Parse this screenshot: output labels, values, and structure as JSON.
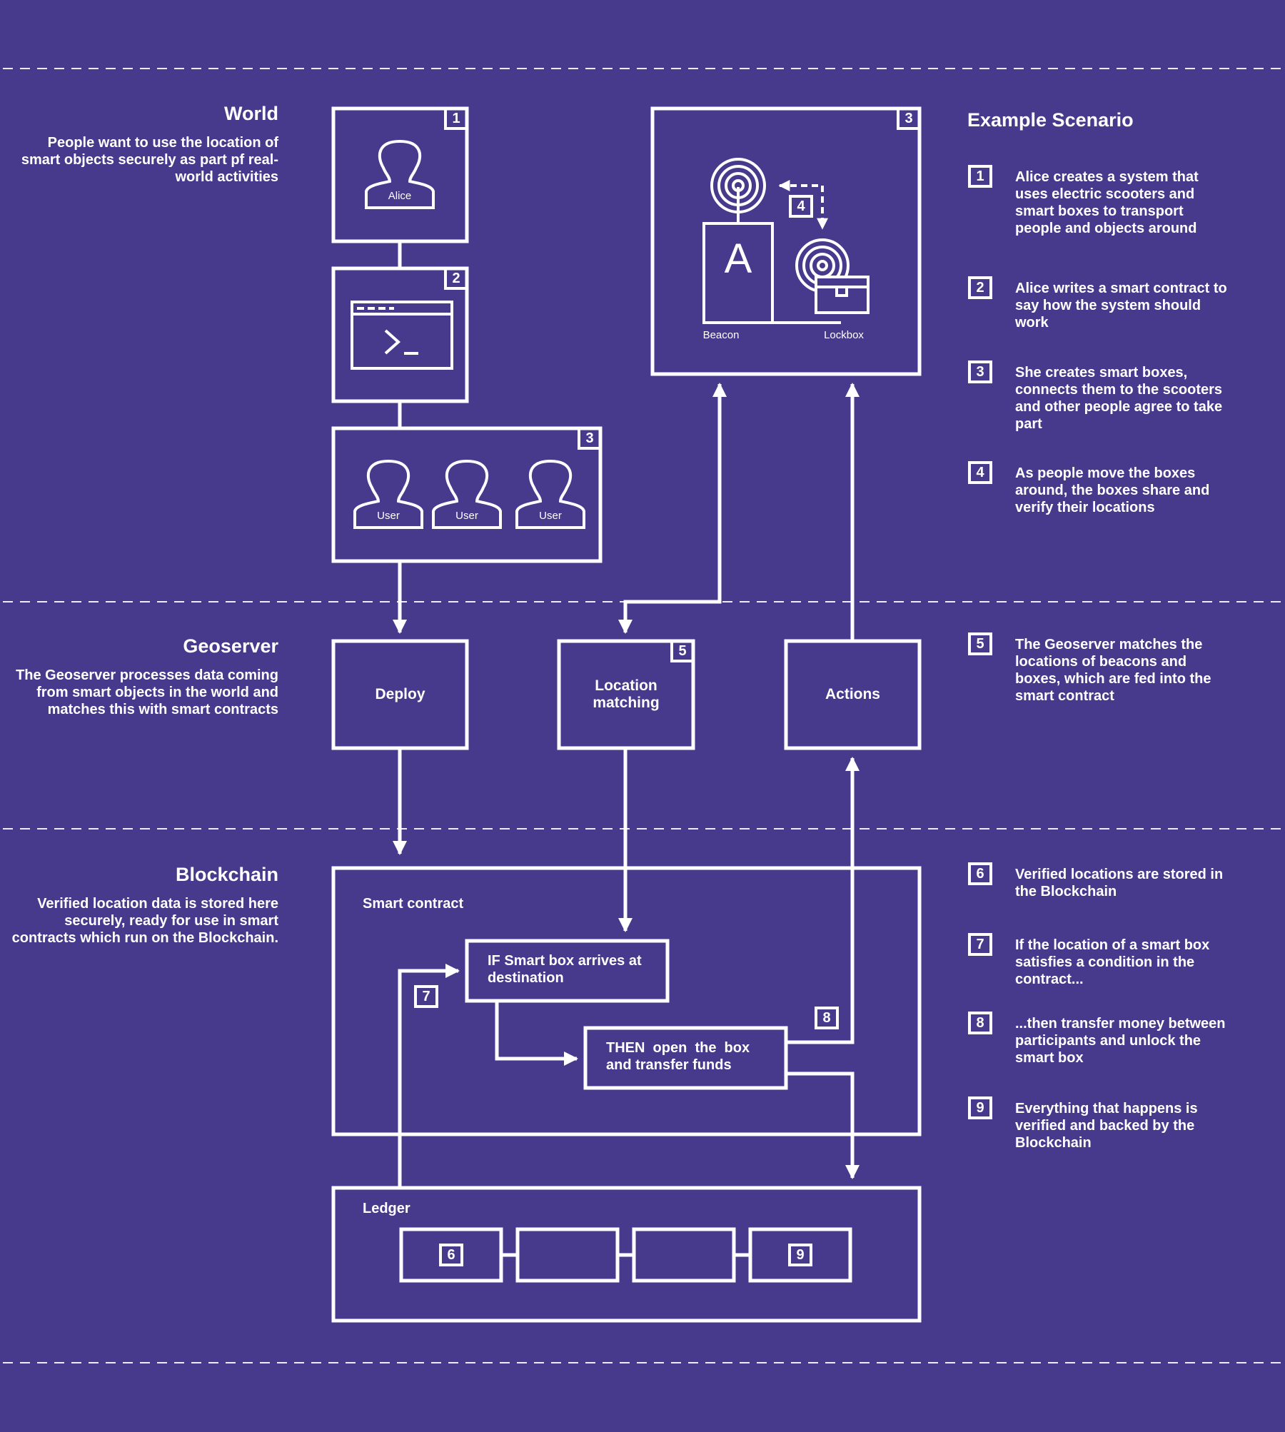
{
  "sections": {
    "world": {
      "title": "World",
      "description": "People want to use the location of smart objects securely as part pf real-world activities"
    },
    "geoserver": {
      "title": "Geoserver",
      "description": "The Geoserver processes data coming from smart objects in the world and matches this with smart contracts"
    },
    "blockchain": {
      "title": "Blockchain",
      "description": "Verified location data is stored here securely, ready for use in smart contracts which run on the Blockchain."
    }
  },
  "world_boxes": {
    "alice": {
      "label": "Alice",
      "badge": "1"
    },
    "contract_editor": {
      "badge": "2"
    },
    "users": {
      "labels": [
        "User",
        "User",
        "User"
      ],
      "badge": "3"
    },
    "beacon_lockbox": {
      "badge": "3",
      "beacon_letter": "A",
      "beacon_label": "Beacon",
      "lockbox_label": "Lockbox",
      "exchange_badge": "4"
    }
  },
  "geoserver_boxes": {
    "deploy": "Deploy",
    "location_matching": "Location matching",
    "location_matching_badge": "5",
    "actions": "Actions"
  },
  "blockchain_boxes": {
    "smart_contract": {
      "title": "Smart contract",
      "condition": "IF Smart box arrives at destination",
      "action": "THEN  open  the  box and transfer funds",
      "condition_badge": "7",
      "action_badge": "8"
    },
    "ledger": {
      "title": "Ledger",
      "blocks": [
        "6",
        "",
        "",
        "9"
      ]
    }
  },
  "scenario": {
    "title": "Example Scenario",
    "steps": [
      {
        "num": "1",
        "text": "Alice creates a system that uses electric scooters and smart boxes to transport people and objects around"
      },
      {
        "num": "2",
        "text": "Alice writes a smart contract to say how the system should work"
      },
      {
        "num": "3",
        "text": "She creates smart boxes, connects them to the scooters and other people agree to take part"
      },
      {
        "num": "4",
        "text": "As people move the boxes around, the boxes share and verify their locations"
      },
      {
        "num": "5",
        "text": "The Geoserver matches the locations of beacons and boxes, which are fed into the smart contract"
      },
      {
        "num": "6",
        "text": "Verified locations are stored in the Blockchain"
      },
      {
        "num": "7",
        "text": "If the location of a smart box satisfies a condition in the contract..."
      },
      {
        "num": "8",
        "text": "...then transfer money between participants and unlock the smart box"
      },
      {
        "num": "9",
        "text": "Everything that happens is verified and backed by the Blockchain"
      }
    ]
  },
  "colors": {
    "background": "#473a8c",
    "foreground": "#ffffff"
  }
}
